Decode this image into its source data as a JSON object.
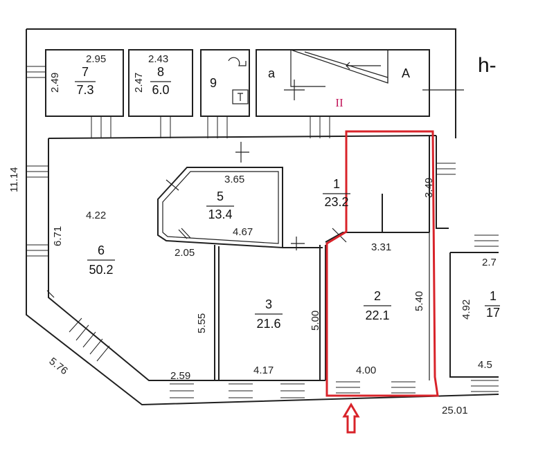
{
  "plan": {
    "level_label": "h-",
    "stair_label": "II",
    "highlight_color": "#d8232a",
    "rooms": [
      {
        "id": "r7",
        "number": "7",
        "area": "7.3"
      },
      {
        "id": "r8",
        "number": "8",
        "area": "6.0"
      },
      {
        "id": "r9",
        "number": "9",
        "area": ""
      },
      {
        "id": "r5",
        "number": "5",
        "area": "13.4"
      },
      {
        "id": "r1",
        "number": "1",
        "area": "23.2"
      },
      {
        "id": "r6",
        "number": "6",
        "area": "50.2"
      },
      {
        "id": "r3",
        "number": "3",
        "area": "21.6"
      },
      {
        "id": "r2",
        "number": "2",
        "area": "22.1"
      },
      {
        "id": "rr",
        "number": "1",
        "area": "17"
      }
    ],
    "letters": {
      "a": "a",
      "A": "A"
    },
    "dimensions": {
      "d_295": "2.95",
      "d_249": "2.49",
      "d_243": "2.43",
      "d_247": "2.47",
      "d_1114": "11.14",
      "d_422": "4.22",
      "d_671": "6.71",
      "d_365": "3.65",
      "d_467": "4.67",
      "d_205": "2.05",
      "d_349": "3.49",
      "d_331": "3.31",
      "d_540": "5.40",
      "d_555": "5.55",
      "d_500": "5.00",
      "d_576": "5.76",
      "d_259": "2.59",
      "d_417": "4.17",
      "d_400": "4.00",
      "d_2501": "25.01",
      "d_492": "4.92",
      "d_27": "2.7",
      "d_45": "4.5"
    }
  }
}
